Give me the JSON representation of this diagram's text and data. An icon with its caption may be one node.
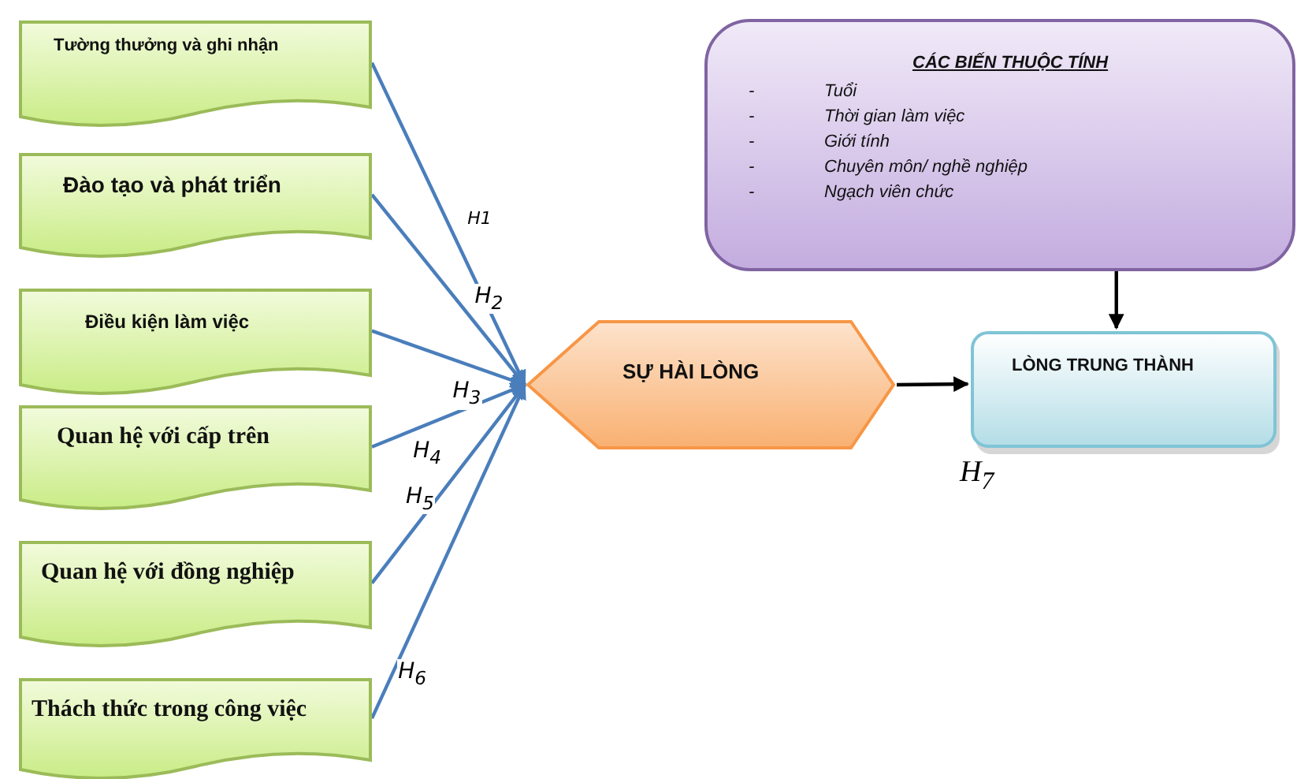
{
  "diagram": {
    "nodes": [
      {
        "text": [
          "Tường thưởng và ghi nhận"
        ]
      },
      {
        "text": [
          "Đào tạo và phát triển"
        ]
      },
      {
        "text": [
          "Điều kiện làm việc"
        ]
      },
      {
        "text": [
          "Quan hệ với cấp trên"
        ]
      },
      {
        "text": [
          "Quan hệ với đồng nghiệp"
        ]
      },
      {
        "text": [
          "Thách thức trong công việc"
        ]
      },
      {
        "text": [
          "SỰ HÀI LÒNG"
        ]
      },
      {
        "text": [
          "CÁC BIẾN THUỘC TÍNH",
          "-",
          "Tuổi",
          "-",
          "Thời gian làm việc",
          "-",
          "Giới tính",
          "-",
          "Chuyên môn/ nghề nghiệp",
          "-",
          "Ngạch viên chức"
        ]
      },
      {
        "text": [
          "LÒNG TRUNG THÀNH"
        ]
      }
    ],
    "edges": [
      {
        "from": 0,
        "to": 6,
        "arrow": "to",
        "label": "H1"
      },
      {
        "from": 1,
        "to": 6,
        "arrow": "to",
        "label": "H$_{2}$"
      },
      {
        "from": 2,
        "to": 6,
        "arrow": "to",
        "label": "H$_{3}$"
      },
      {
        "from": 3,
        "to": 6,
        "arrow": "to",
        "label": "H$_{4}$"
      },
      {
        "from": 4,
        "to": 6,
        "arrow": "to",
        "label": "H$_{5}$"
      },
      {
        "from": 5,
        "to": 6,
        "arrow": "to",
        "label": "H$_{6}$"
      },
      {
        "from": 6,
        "to": 8,
        "arrow": "to",
        "color": "#000000"
      },
      {
        "from": 7,
        "to": 8,
        "arrow": "to",
        "color": "#000000"
      }
    ],
    "labels": [
      "H$_{7}$"
    ]
  }
}
